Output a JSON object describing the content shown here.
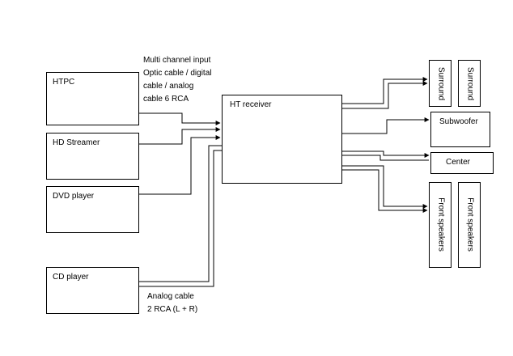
{
  "sources": {
    "htpc": "HTPC",
    "hd_streamer": "HD Streamer",
    "dvd_player": "DVD player",
    "cd_player": "CD player"
  },
  "receiver": {
    "label": "HT receiver"
  },
  "outputs": {
    "surround_left": "Surround",
    "surround_right": "Surround",
    "subwoofer": "Subwoofer",
    "center": "Center",
    "front_left": "Front speakers",
    "front_right": "Front speakers"
  },
  "annotations": {
    "digital_input": [
      "Multi channel input",
      "Optic cable / digital",
      "cable / analog",
      "cable 6 RCA"
    ],
    "analog_input": [
      "Analog cable",
      "2 RCA (L + R)"
    ]
  }
}
